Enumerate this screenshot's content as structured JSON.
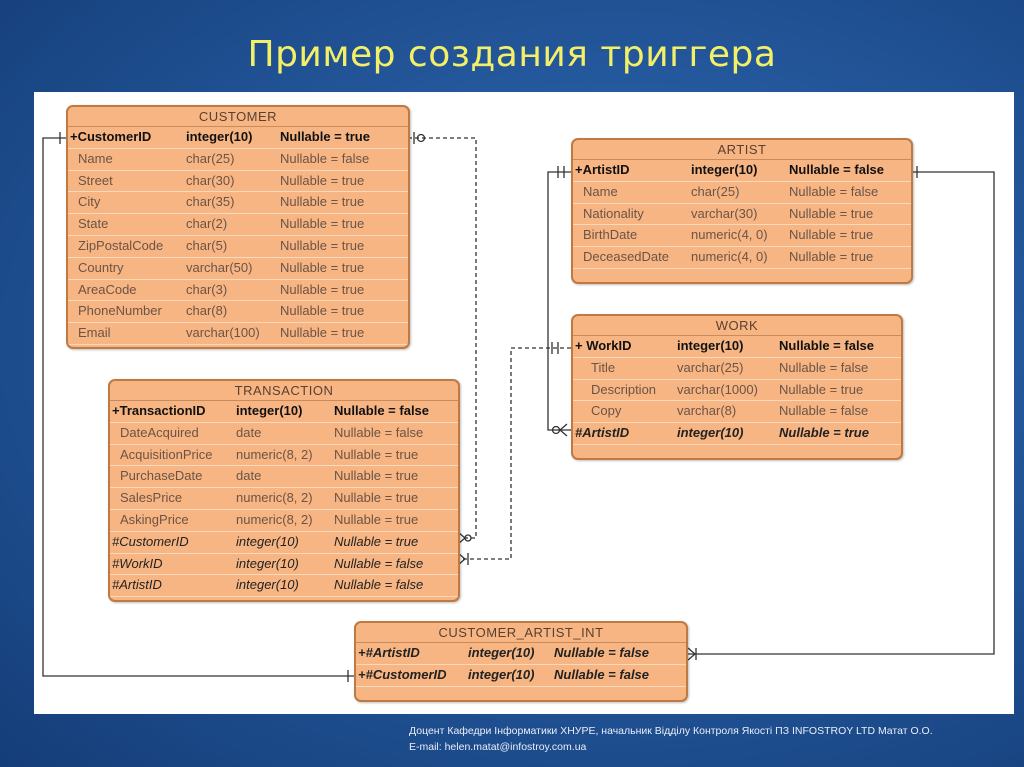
{
  "slide": {
    "title": "Пример создания триггера",
    "footer_line1": "Доцент Кафедри Інформатики ХНУРЕ, начальник Відділу Контроля Якості ПЗ INFOSTROY LTD Матат О.О.",
    "footer_line2": "E-mail: helen.matat@infostroy.com.ua"
  },
  "entities": {
    "customer": {
      "title": "CUSTOMER",
      "rows": [
        {
          "name": "+CustomerID",
          "type": "integer(10)",
          "null": "Nullable = true"
        },
        {
          "name": "Name",
          "type": "char(25)",
          "null": "Nullable = false"
        },
        {
          "name": "Street",
          "type": "char(30)",
          "null": "Nullable = true"
        },
        {
          "name": "City",
          "type": "char(35)",
          "null": "Nullable = true"
        },
        {
          "name": "State",
          "type": "char(2)",
          "null": "Nullable = true"
        },
        {
          "name": "ZipPostalCode",
          "type": "char(5)",
          "null": "Nullable = true"
        },
        {
          "name": "Country",
          "type": "varchar(50)",
          "null": "Nullable = true"
        },
        {
          "name": "AreaCode",
          "type": "char(3)",
          "null": "Nullable = true"
        },
        {
          "name": "PhoneNumber",
          "type": "char(8)",
          "null": "Nullable = true"
        },
        {
          "name": "Email",
          "type": "varchar(100)",
          "null": "Nullable = true"
        }
      ]
    },
    "artist": {
      "title": "ARTIST",
      "rows": [
        {
          "name": "+ArtistID",
          "type": "integer(10)",
          "null": "Nullable = false"
        },
        {
          "name": "Name",
          "type": "char(25)",
          "null": "Nullable = false"
        },
        {
          "name": "Nationality",
          "type": "varchar(30)",
          "null": "Nullable = true"
        },
        {
          "name": "BirthDate",
          "type": "numeric(4, 0)",
          "null": "Nullable = true"
        },
        {
          "name": "DeceasedDate",
          "type": "numeric(4, 0)",
          "null": "Nullable = true"
        }
      ]
    },
    "work": {
      "title": "WORK",
      "rows": [
        {
          "name": "+ WorkID",
          "type": "integer(10)",
          "null": "Nullable = false"
        },
        {
          "name": "Title",
          "type": "varchar(25)",
          "null": "Nullable = false"
        },
        {
          "name": "Description",
          "type": "varchar(1000)",
          "null": "Nullable = true"
        },
        {
          "name": "Copy",
          "type": "varchar(8)",
          "null": "Nullable = false"
        },
        {
          "name": "#ArtistID",
          "type": "integer(10)",
          "null": "Nullable = true"
        }
      ]
    },
    "transaction": {
      "title": "TRANSACTION",
      "rows": [
        {
          "name": "+TransactionID",
          "type": "integer(10)",
          "null": "Nullable = false"
        },
        {
          "name": "DateAcquired",
          "type": "date",
          "null": "Nullable = false"
        },
        {
          "name": "AcquisitionPrice",
          "type": "numeric(8, 2)",
          "null": "Nullable = true"
        },
        {
          "name": "PurchaseDate",
          "type": "date",
          "null": "Nullable = true"
        },
        {
          "name": "SalesPrice",
          "type": "numeric(8, 2)",
          "null": "Nullable = true"
        },
        {
          "name": "AskingPrice",
          "type": "numeric(8, 2)",
          "null": "Nullable = true"
        },
        {
          "name": "#CustomerID",
          "type": "integer(10)",
          "null": "Nullable = true"
        },
        {
          "name": "#WorkID",
          "type": "integer(10)",
          "null": "Nullable = false"
        },
        {
          "name": "#ArtistID",
          "type": "integer(10)",
          "null": "Nullable = false"
        }
      ]
    },
    "customer_artist_int": {
      "title": "CUSTOMER_ARTIST_INT",
      "rows": [
        {
          "name": "+#ArtistID",
          "type": "integer(10)",
          "null": "Nullable = false"
        },
        {
          "name": "+#CustomerID",
          "type": "integer(10)",
          "null": "Nullable = false"
        }
      ]
    }
  },
  "colors": {
    "entity_fill": "#f7b583",
    "entity_border": "#bf7a44",
    "title_text": "#f3f068",
    "line": "#333333"
  }
}
